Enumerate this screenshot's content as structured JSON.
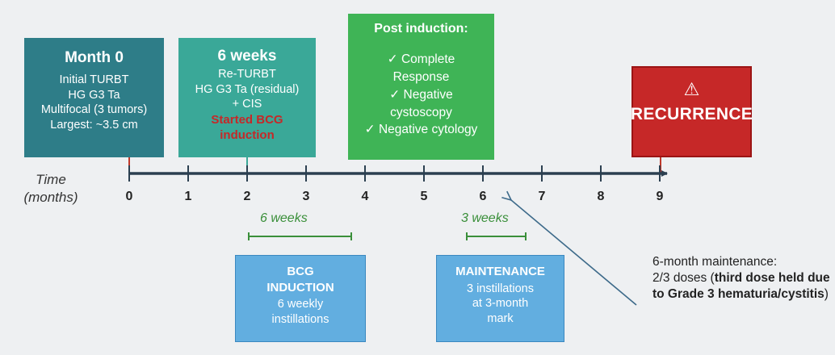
{
  "timeline": {
    "axis_label": [
      "Time",
      "(months)"
    ],
    "ticks": [
      "0",
      "1",
      "2",
      "3",
      "4",
      "5",
      "6",
      "7",
      "8",
      "9"
    ]
  },
  "month0": {
    "heading": "Month 0",
    "lines": [
      "Initial TURBT",
      "HG G3 Ta",
      "Multifocal (3 tumors)",
      "Largest: ~3.5 cm"
    ]
  },
  "six_weeks": {
    "heading": "6 weeks",
    "lines": [
      "Re-TURBT",
      "HG G3 Ta (residual)",
      "+ CIS"
    ],
    "alert_lines": [
      "Started BCG",
      "induction"
    ]
  },
  "post_induction": {
    "heading": "Post induction:",
    "lines": [
      "✓ Complete",
      "Response",
      "✓ Negative",
      "cystoscopy",
      "✓ Negative cytology"
    ]
  },
  "recurrence": {
    "icon": "warning-icon",
    "icon_glyph": "⚠",
    "heading": "RECURRENCE"
  },
  "bcg_induction": {
    "duration": "6 weeks",
    "heading_lines": [
      "BCG",
      "INDUCTION"
    ],
    "lines": [
      "6 weekly",
      "instillations"
    ]
  },
  "maintenance": {
    "duration": "3 weeks",
    "heading": "MAINTENANCE",
    "lines": [
      "3 instillations",
      "at 3-month",
      "mark"
    ]
  },
  "note": {
    "line1": "6-month maintenance:",
    "lead": "2/3 doses (",
    "bold": "third dose held due to Grade 3 hematuria/cystitis",
    "tail": ")"
  },
  "colors": {
    "month0": "#2e7d88",
    "six_weeks": "#3aa898",
    "post_induction": "#3fb456",
    "recurrence": "#c62828",
    "phase": "#62aee0",
    "alert_text": "#c62828",
    "duration_text": "#3a8f3a",
    "axis": "#2b3f50"
  }
}
